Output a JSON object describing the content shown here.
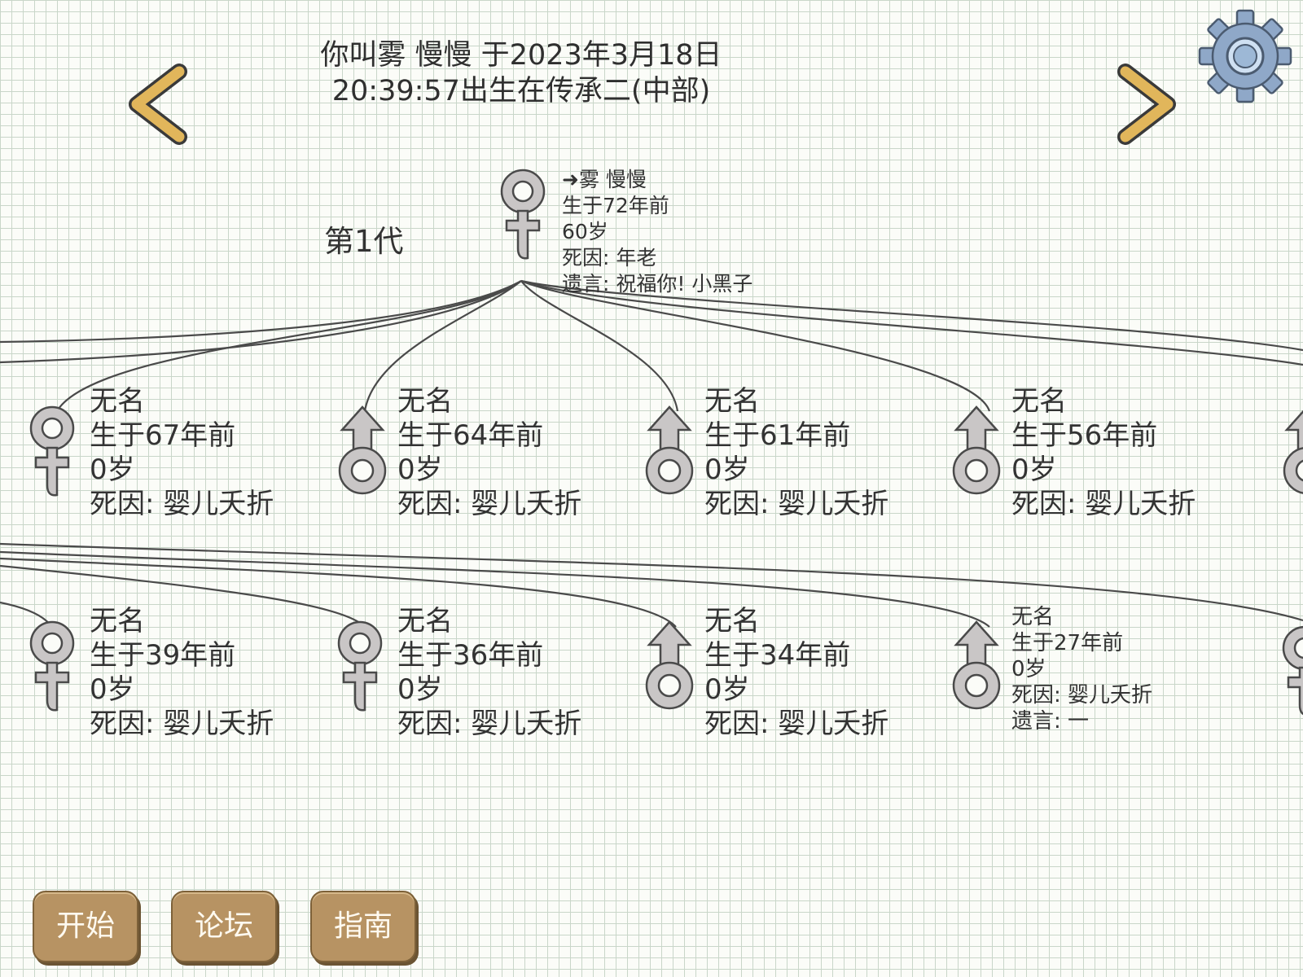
{
  "header": {
    "line1": "你叫雾 慢慢 于2023年3月18日",
    "line2": "20:39:57出生在传承二(中部)"
  },
  "generation_label": "第1代",
  "root": {
    "name": "➜雾 慢慢",
    "born": "生于72年前",
    "age": "60岁",
    "cause": "死因: 年老",
    "last_words": "遗言: 祝福你! 小黑子",
    "gender": "female"
  },
  "children_row1": [
    {
      "name": "无名",
      "born": "生于67年前",
      "age": "0岁",
      "cause": "死因: 婴儿夭折",
      "gender": "female"
    },
    {
      "name": "无名",
      "born": "生于64年前",
      "age": "0岁",
      "cause": "死因: 婴儿夭折",
      "gender": "male"
    },
    {
      "name": "无名",
      "born": "生于61年前",
      "age": "0岁",
      "cause": "死因: 婴儿夭折",
      "gender": "male"
    },
    {
      "name": "无名",
      "born": "生于56年前",
      "age": "0岁",
      "cause": "死因: 婴儿夭折",
      "gender": "male"
    }
  ],
  "children_row2": [
    {
      "name": "无名",
      "born": "生于39年前",
      "age": "0岁",
      "cause": "死因: 婴儿夭折",
      "gender": "female"
    },
    {
      "name": "无名",
      "born": "生于36年前",
      "age": "0岁",
      "cause": "死因: 婴儿夭折",
      "gender": "female"
    },
    {
      "name": "无名",
      "born": "生于34年前",
      "age": "0岁",
      "cause": "死因: 婴儿夭折",
      "gender": "male"
    },
    {
      "name": "无名",
      "born": "生于27年前",
      "age": "0岁",
      "cause": "死因: 婴儿夭折",
      "last_words": "遗言: 一",
      "gender": "male"
    }
  ],
  "buttons": {
    "start": "开始",
    "forum": "论坛",
    "guide": "指南"
  },
  "colors": {
    "button_bg": "#b79363",
    "arrow": "#e1b65b",
    "gear": "#8fa8c8"
  }
}
